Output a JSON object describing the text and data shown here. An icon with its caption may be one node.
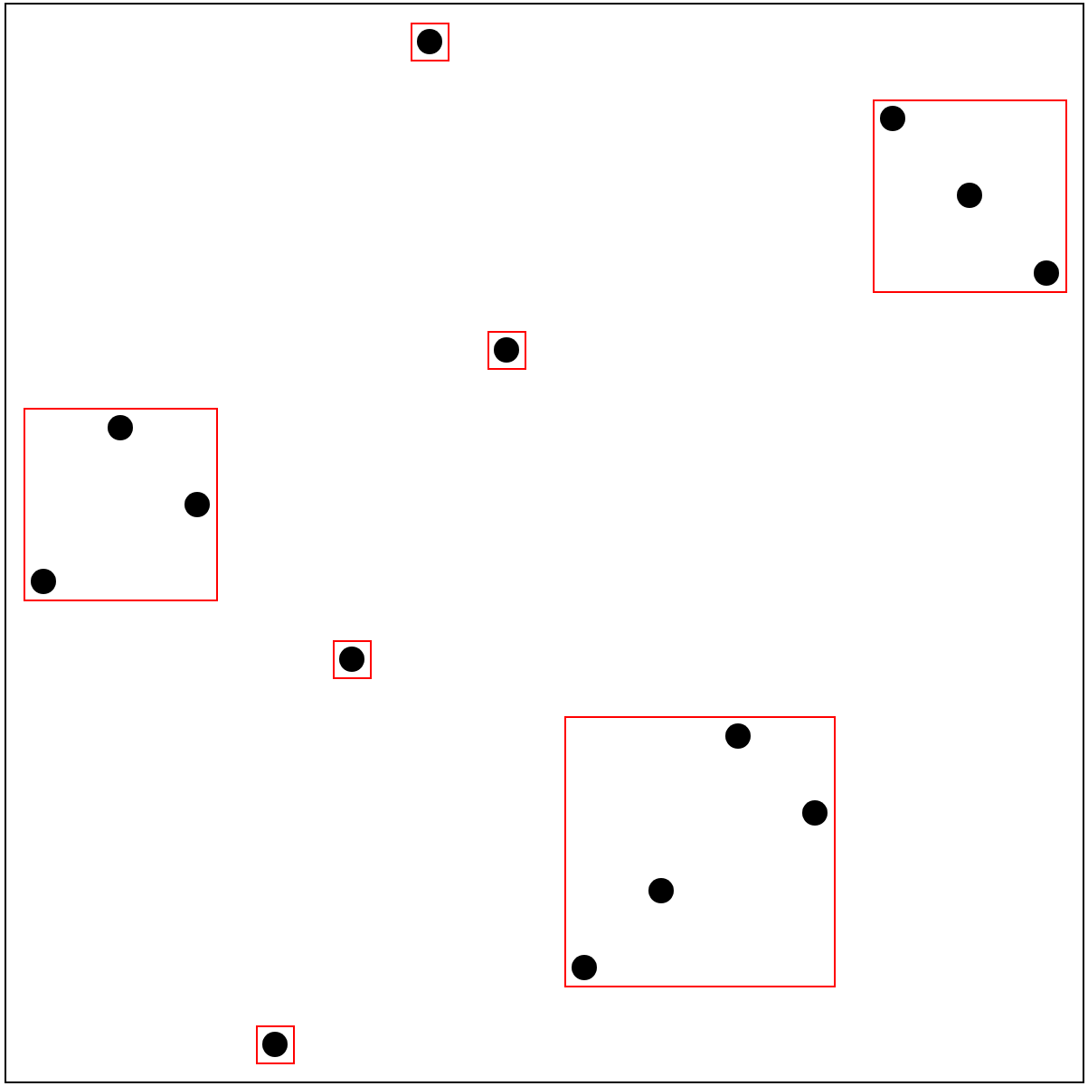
{
  "diagram": {
    "nodes": [
      {
        "text": [],
        "shape": "box"
      },
      {
        "text": [],
        "shape": "circle",
        "in": 0
      },
      {
        "text": [],
        "shape": "box"
      },
      {
        "text": [],
        "shape": "circle",
        "in": 2
      },
      {
        "text": [],
        "shape": "circle",
        "in": 2
      },
      {
        "text": [],
        "shape": "circle",
        "in": 2
      },
      {
        "text": [],
        "shape": "box"
      },
      {
        "text": [],
        "shape": "circle",
        "in": 6
      },
      {
        "text": [],
        "shape": "box"
      },
      {
        "text": [],
        "shape": "circle",
        "in": 8
      },
      {
        "text": [],
        "shape": "circle",
        "in": 8
      },
      {
        "text": [],
        "shape": "circle",
        "in": 8
      },
      {
        "text": [],
        "shape": "box"
      },
      {
        "text": [],
        "shape": "circle",
        "in": 12
      },
      {
        "text": [],
        "shape": "box"
      },
      {
        "text": [],
        "shape": "circle",
        "in": 14
      },
      {
        "text": [],
        "shape": "circle",
        "in": 14
      },
      {
        "text": [],
        "shape": "circle",
        "in": 14
      },
      {
        "text": [],
        "shape": "circle",
        "in": 14
      },
      {
        "text": [],
        "shape": "box"
      },
      {
        "text": [],
        "shape": "circle",
        "in": 19
      }
    ]
  }
}
